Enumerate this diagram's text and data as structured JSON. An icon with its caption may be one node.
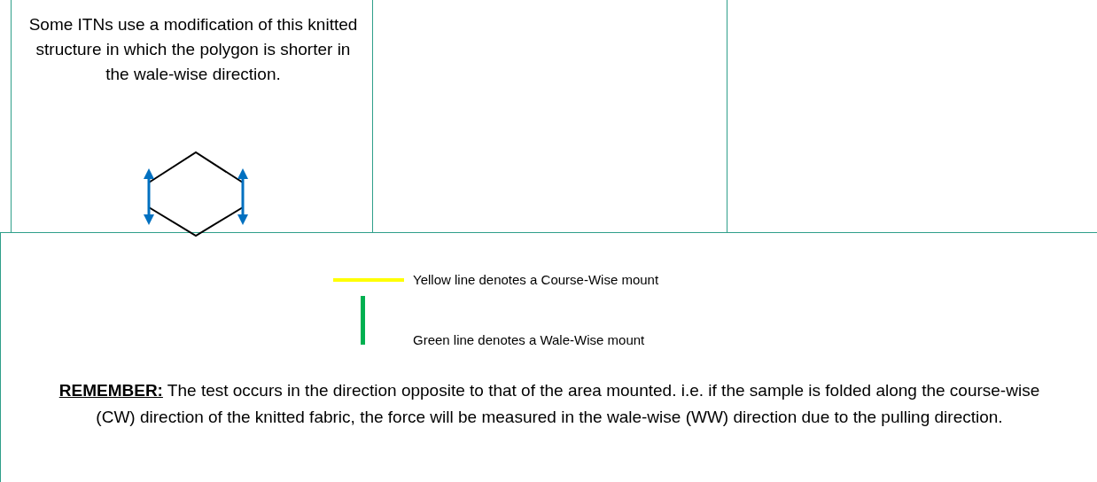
{
  "diagram": {
    "labels": [
      "Some ITNs use a modification of this knitted structure in which the polygon is shorter in the wale-wise direction.",
      "**REMEMBER:** The test occurs in the direction opposite to that of the area mounted. i.e. if the sample is folded along the course-wise (CW) direction of the knitted fabric, the force will be measured in the wale-wise (WW) direction due to the pulling direction."
    ],
    "legend": [
      {
        "text": "Yellow line denotes a Course-Wise mount"
      },
      {
        "text": "Green line denotes a Wale-Wise mount"
      }
    ]
  }
}
